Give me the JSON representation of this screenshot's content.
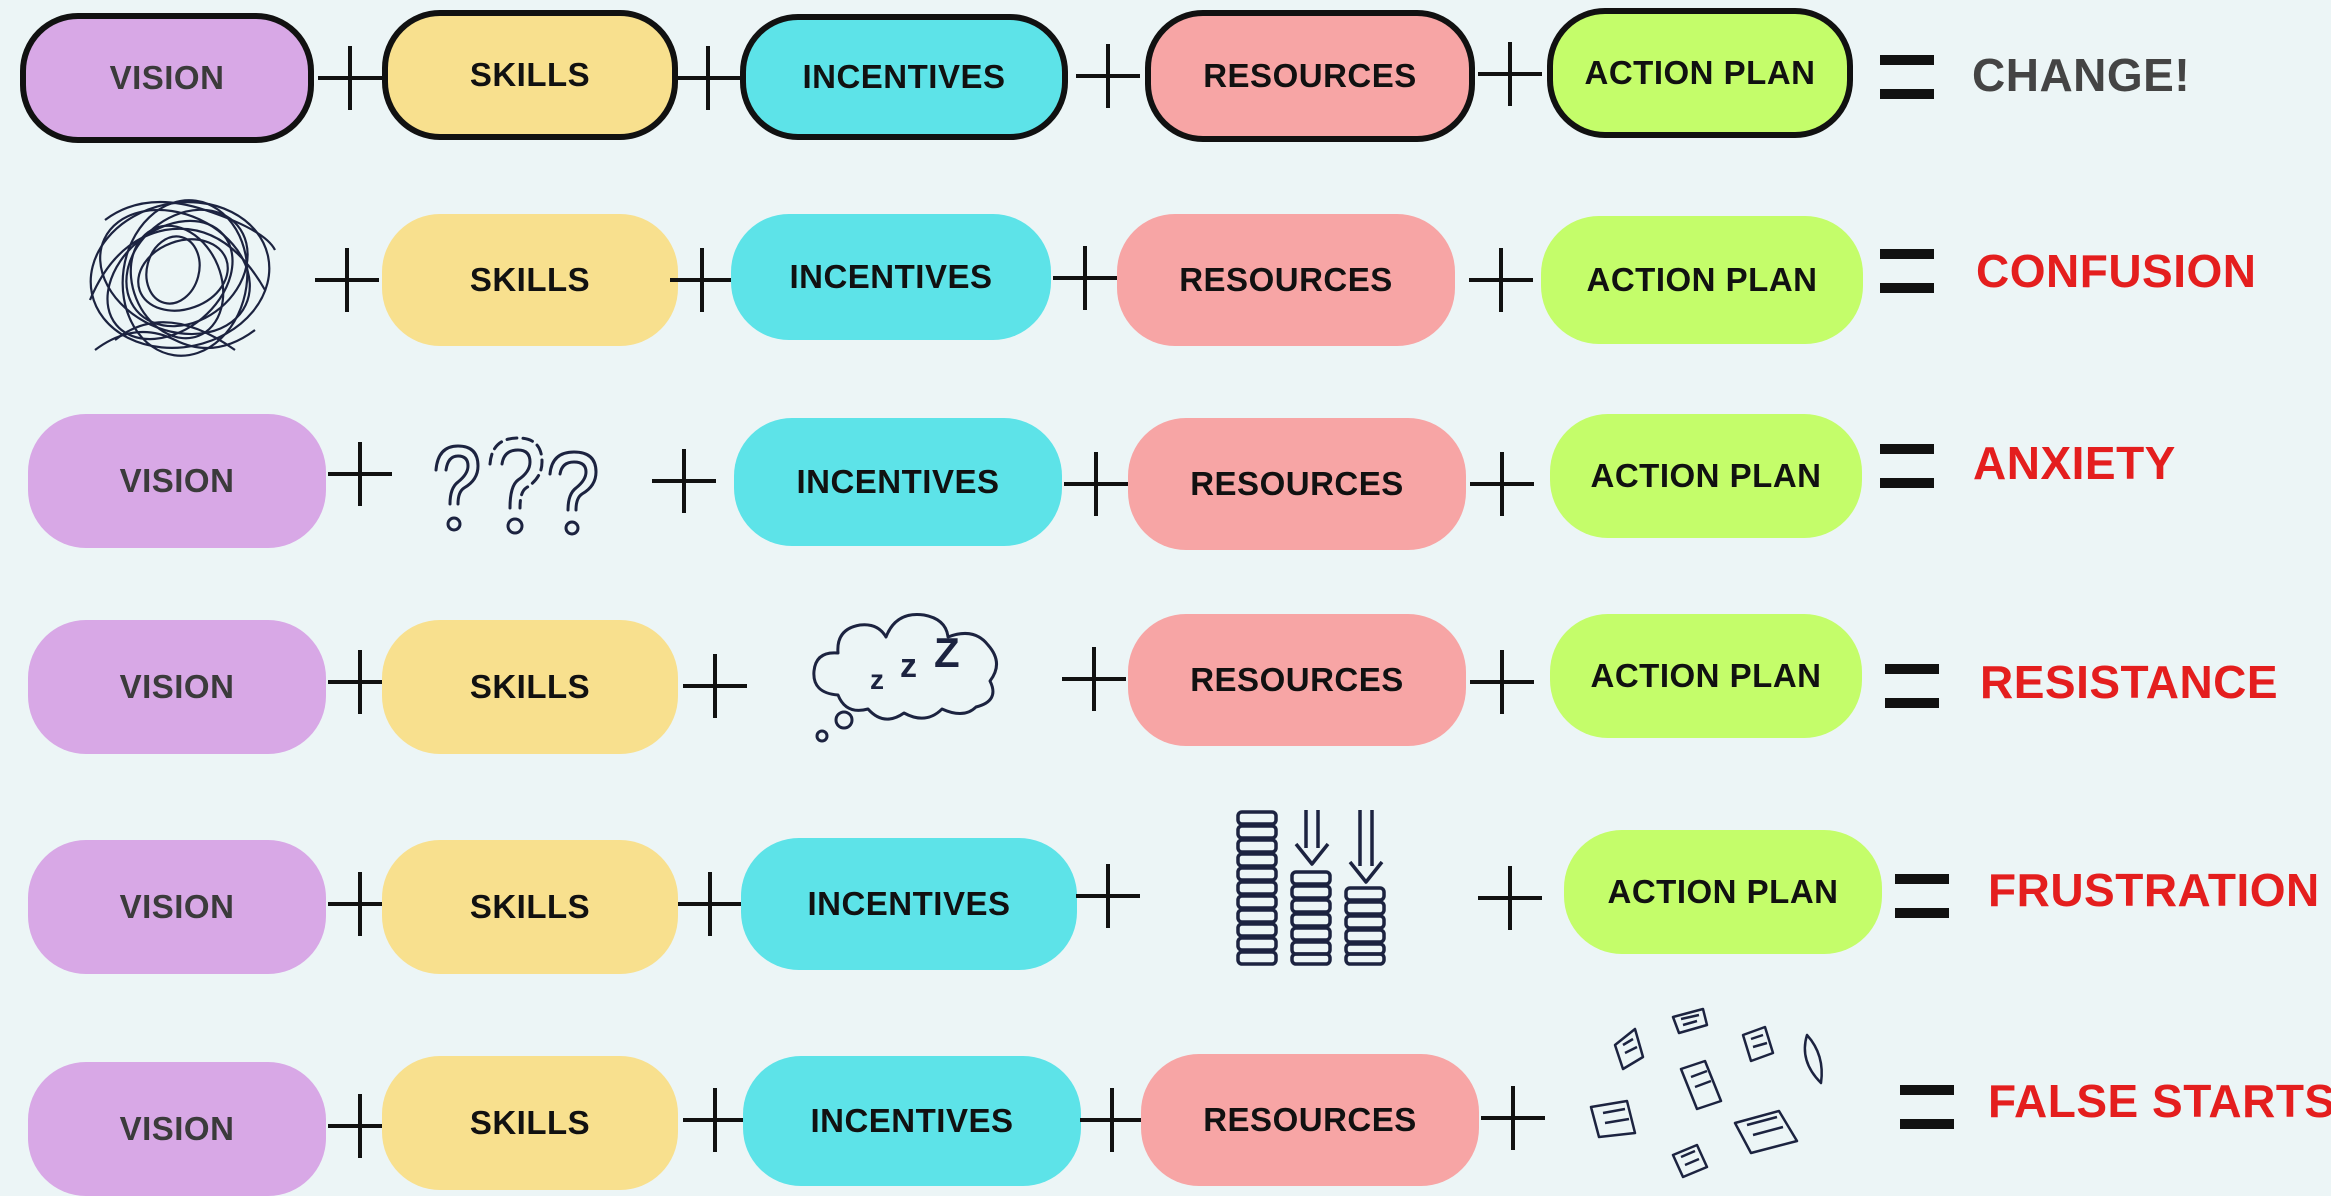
{
  "colors": {
    "vision": "#d8a8e6",
    "skills": "#f8e08e",
    "incentives": "#5de3e8",
    "resources": "#f7a5a5",
    "action_plan": "#c4fd6a",
    "vision_text": "#3b3b3b",
    "change_text": "#444444",
    "problem_text": "#e41e1e"
  },
  "labels": {
    "vision": "VISION",
    "skills": "SKILLS",
    "incentives": "INCENTIVES",
    "resources": "RESOURCES",
    "action_plan": "ACTION PLAN"
  },
  "rows": [
    {
      "missing": "none",
      "result": "CHANGE!"
    },
    {
      "missing": "vision",
      "missing_icon": "scribble-icon",
      "result": "CONFUSION"
    },
    {
      "missing": "skills",
      "missing_icon": "question-marks-icon",
      "result": "ANXIETY"
    },
    {
      "missing": "incentives",
      "missing_icon": "sleep-thought-cloud-icon",
      "result": "RESISTANCE"
    },
    {
      "missing": "resources",
      "missing_icon": "declining-stacks-icon",
      "result": "FRUSTRATION"
    },
    {
      "missing": "action_plan",
      "missing_icon": "scattered-papers-icon",
      "result": "FALSE STARTS"
    }
  ]
}
